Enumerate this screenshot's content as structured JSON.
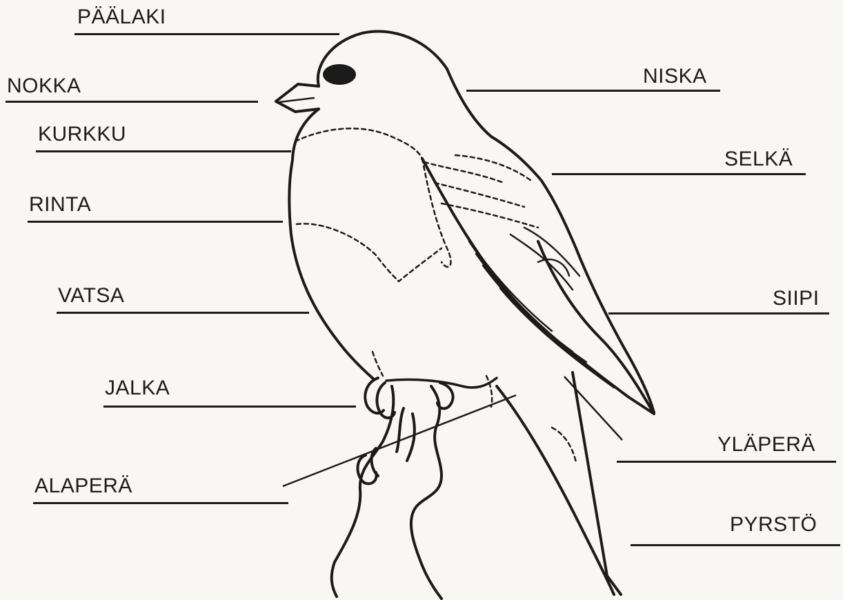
{
  "labels": {
    "paalaki": "PÄÄLAKI",
    "nokka": "NOKKA",
    "kurkku": "KURKKU",
    "rinta": "RINTA",
    "vatsa": "VATSA",
    "jalka": "JALKA",
    "alapera": "ALAPERÄ",
    "niska": "NISKA",
    "selka": "SELKÄ",
    "siipi": "SIIPI",
    "ylapera": "YLÄPERÄ",
    "pyrsto": "PYRSTÖ"
  },
  "colors": {
    "ink": "#1b1b1b",
    "paper": "#f8f7f4"
  }
}
